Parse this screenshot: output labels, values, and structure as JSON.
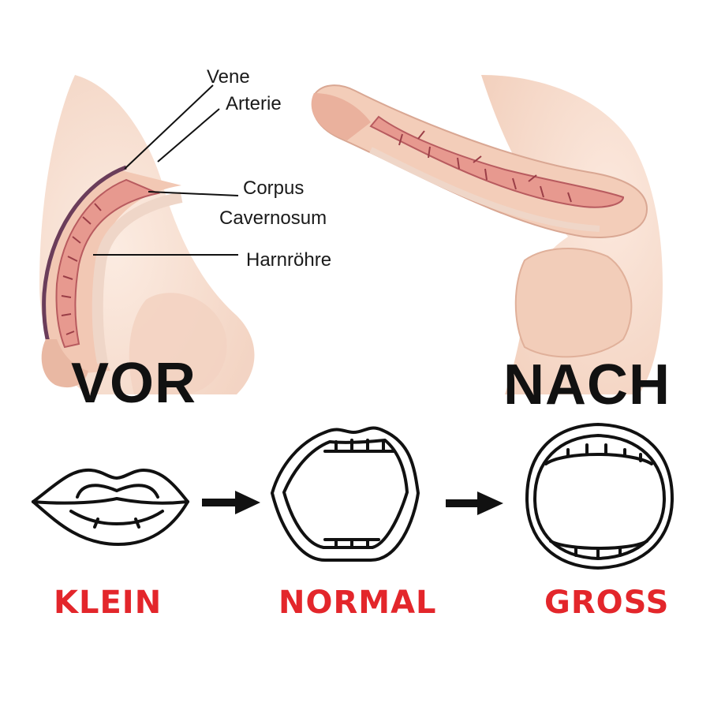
{
  "labels": {
    "vene": "Vene",
    "arterie": "Arterie",
    "corpus": "Corpus",
    "cavernosum": "Cavernosum",
    "harnroehre": "Harnröhre"
  },
  "headings": {
    "before": "VOR",
    "after": "NACH"
  },
  "sizes": {
    "small": "KLEIN",
    "normal": "NORMAL",
    "large": "GROSS"
  },
  "colors": {
    "skin": "#f6d9c8",
    "tissue": "#e7998f",
    "vessel": "#9a3e47",
    "accent_red": "#e3262b"
  }
}
